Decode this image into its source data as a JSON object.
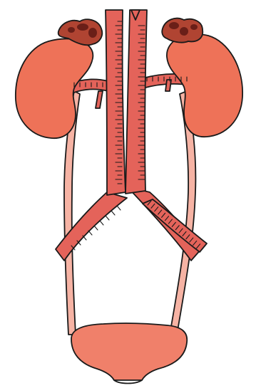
{
  "diagram": {
    "colors": {
      "kidney": "#ee7258",
      "vessel": "#e4635a",
      "ureter": "#f6b3a4",
      "bladder": "#f0806a",
      "adrenal": "#b04432",
      "adrenal_dark": "#6a1f18",
      "outline": "#1a1a1a",
      "background": "#ffffff"
    },
    "parts": [
      {
        "id": "left-kidney",
        "icon": "kidney-shape"
      },
      {
        "id": "right-kidney",
        "icon": "kidney-shape"
      },
      {
        "id": "left-adrenal-gland",
        "icon": "gland-shape"
      },
      {
        "id": "right-adrenal-gland",
        "icon": "gland-shape"
      },
      {
        "id": "aorta",
        "icon": "vessel-shape"
      },
      {
        "id": "vena-cava",
        "icon": "vessel-shape"
      },
      {
        "id": "left-ureter",
        "icon": "tube-shape"
      },
      {
        "id": "right-ureter",
        "icon": "tube-shape"
      },
      {
        "id": "urinary-bladder",
        "icon": "bladder-shape"
      }
    ]
  }
}
